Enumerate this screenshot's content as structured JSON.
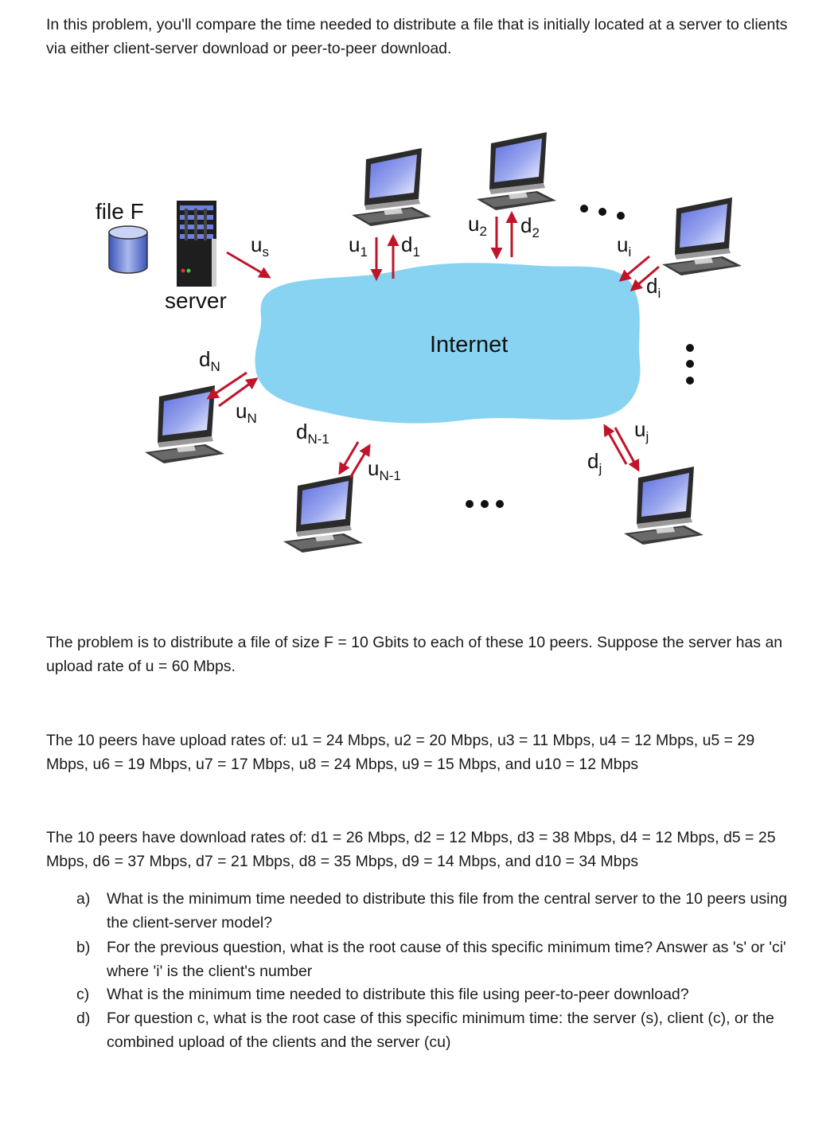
{
  "intro": "In this problem, you'll compare the time needed to distribute a file that is initially located at a server to clients via either client-server download or peer-to-peer download.",
  "diagram": {
    "file_label": "file F",
    "server_label": "server",
    "cloud_label": "Internet",
    "labels": {
      "us": "u",
      "us_sub": "s",
      "u1": "u",
      "u1_sub": "1",
      "d1": "d",
      "d1_sub": "1",
      "u2": "u",
      "u2_sub": "2",
      "d2": "d",
      "d2_sub": "2",
      "ui": "u",
      "ui_sub": "i",
      "di": "d",
      "di_sub": "i",
      "uj": "u",
      "uj_sub": "j",
      "dj": "d",
      "dj_sub": "j",
      "dN": "d",
      "dN_sub": "N",
      "uN": "u",
      "uN_sub": "N",
      "dN1": "d",
      "dN1_sub": "N-1",
      "uN1": "u",
      "uN1_sub": "N-1"
    },
    "colors": {
      "cloud": "#87d3f1",
      "arrow": "#c0142a",
      "screen": "#6f7bd9"
    }
  },
  "p_file": "The problem is to distribute a file of size F = 10 Gbits to each of these 10 peers. Suppose the server has an upload rate of u = 60 Mbps.",
  "p_upload": "The 10 peers have upload rates of: u1 = 24 Mbps, u2 = 20 Mbps, u3 = 11 Mbps, u4 = 12 Mbps, u5 = 29 Mbps, u6 = 19 Mbps, u7 = 17 Mbps, u8 = 24 Mbps, u9 = 15 Mbps, and u10 = 12 Mbps",
  "p_download": "The 10 peers have download rates of: d1 = 26 Mbps, d2 = 12 Mbps, d3 = 38 Mbps, d4 = 12 Mbps, d5 = 25 Mbps, d6 = 37 Mbps, d7 = 21 Mbps, d8 = 35 Mbps, d9 = 14 Mbps, and d10 = 34 Mbps",
  "questions": [
    {
      "label": "a)",
      "text": "What is the minimum time needed to distribute this file from the central server to the 10 peers using the client-server model?"
    },
    {
      "label": "b)",
      "text": "For the previous question, what is the root cause of this specific minimum time? Answer as 's' or 'ci' where 'i' is the client's number"
    },
    {
      "label": "c)",
      "text": "What is the minimum time needed to distribute this file using peer-to-peer download?"
    },
    {
      "label": "d)",
      "text": "For question c, what is the root case of this specific minimum time: the server (s), client (c), or the combined upload of the clients and the server (cu)"
    }
  ]
}
